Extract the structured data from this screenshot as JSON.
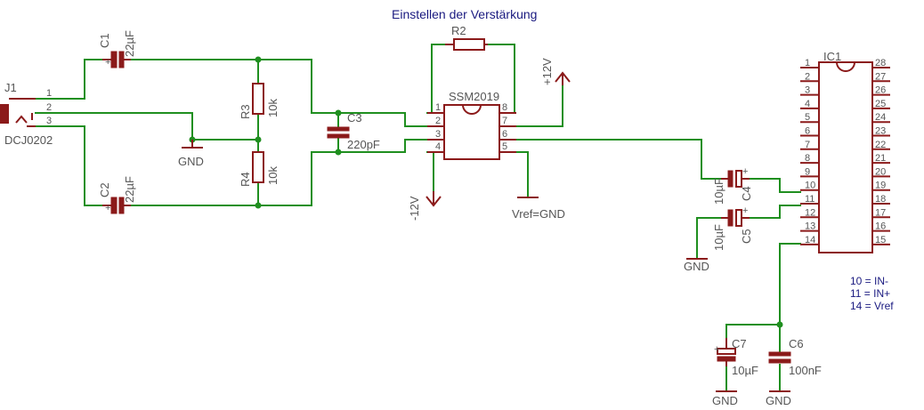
{
  "title": "Einstellen der Verstärkung",
  "connector": {
    "ref": "J1",
    "part": "DCJ0202",
    "pins": [
      "1",
      "2",
      "3"
    ]
  },
  "capacitors": {
    "c1": {
      "ref": "C1",
      "value": "22µF"
    },
    "c2": {
      "ref": "C2",
      "value": "22µF"
    },
    "c3": {
      "ref": "C3",
      "value": "220pF"
    },
    "c4": {
      "ref": "C4",
      "value": "10µF"
    },
    "c5": {
      "ref": "C5",
      "value": "10µF"
    },
    "c6": {
      "ref": "C6",
      "value": "100nF"
    },
    "c7": {
      "ref": "C7",
      "value": "10µF"
    }
  },
  "resistors": {
    "r2": {
      "ref": "R2"
    },
    "r3": {
      "ref": "R3",
      "value": "10k"
    },
    "r4": {
      "ref": "R4",
      "value": "10k"
    }
  },
  "ic_amp": {
    "name": "SSM2019",
    "pins": [
      "1",
      "2",
      "3",
      "4",
      "5",
      "6",
      "7",
      "8"
    ]
  },
  "ic1": {
    "ref": "IC1",
    "left_pins": [
      "1",
      "2",
      "3",
      "4",
      "5",
      "6",
      "7",
      "8",
      "9",
      "10",
      "11",
      "12",
      "13",
      "14"
    ],
    "right_pins": [
      "28",
      "27",
      "26",
      "25",
      "24",
      "23",
      "22",
      "21",
      "20",
      "19",
      "18",
      "17",
      "16",
      "15"
    ]
  },
  "supply": {
    "pos": "+12V",
    "neg": "-12V",
    "gnd": "GND",
    "vref": "Vref=GND"
  },
  "notes": [
    "10 = IN-",
    "11 = IN+",
    "14 = Vref"
  ],
  "colors": {
    "wire": "#1f8f1f",
    "part": "#8b1a1a",
    "text": "#555555",
    "note": "#1a1a80"
  }
}
